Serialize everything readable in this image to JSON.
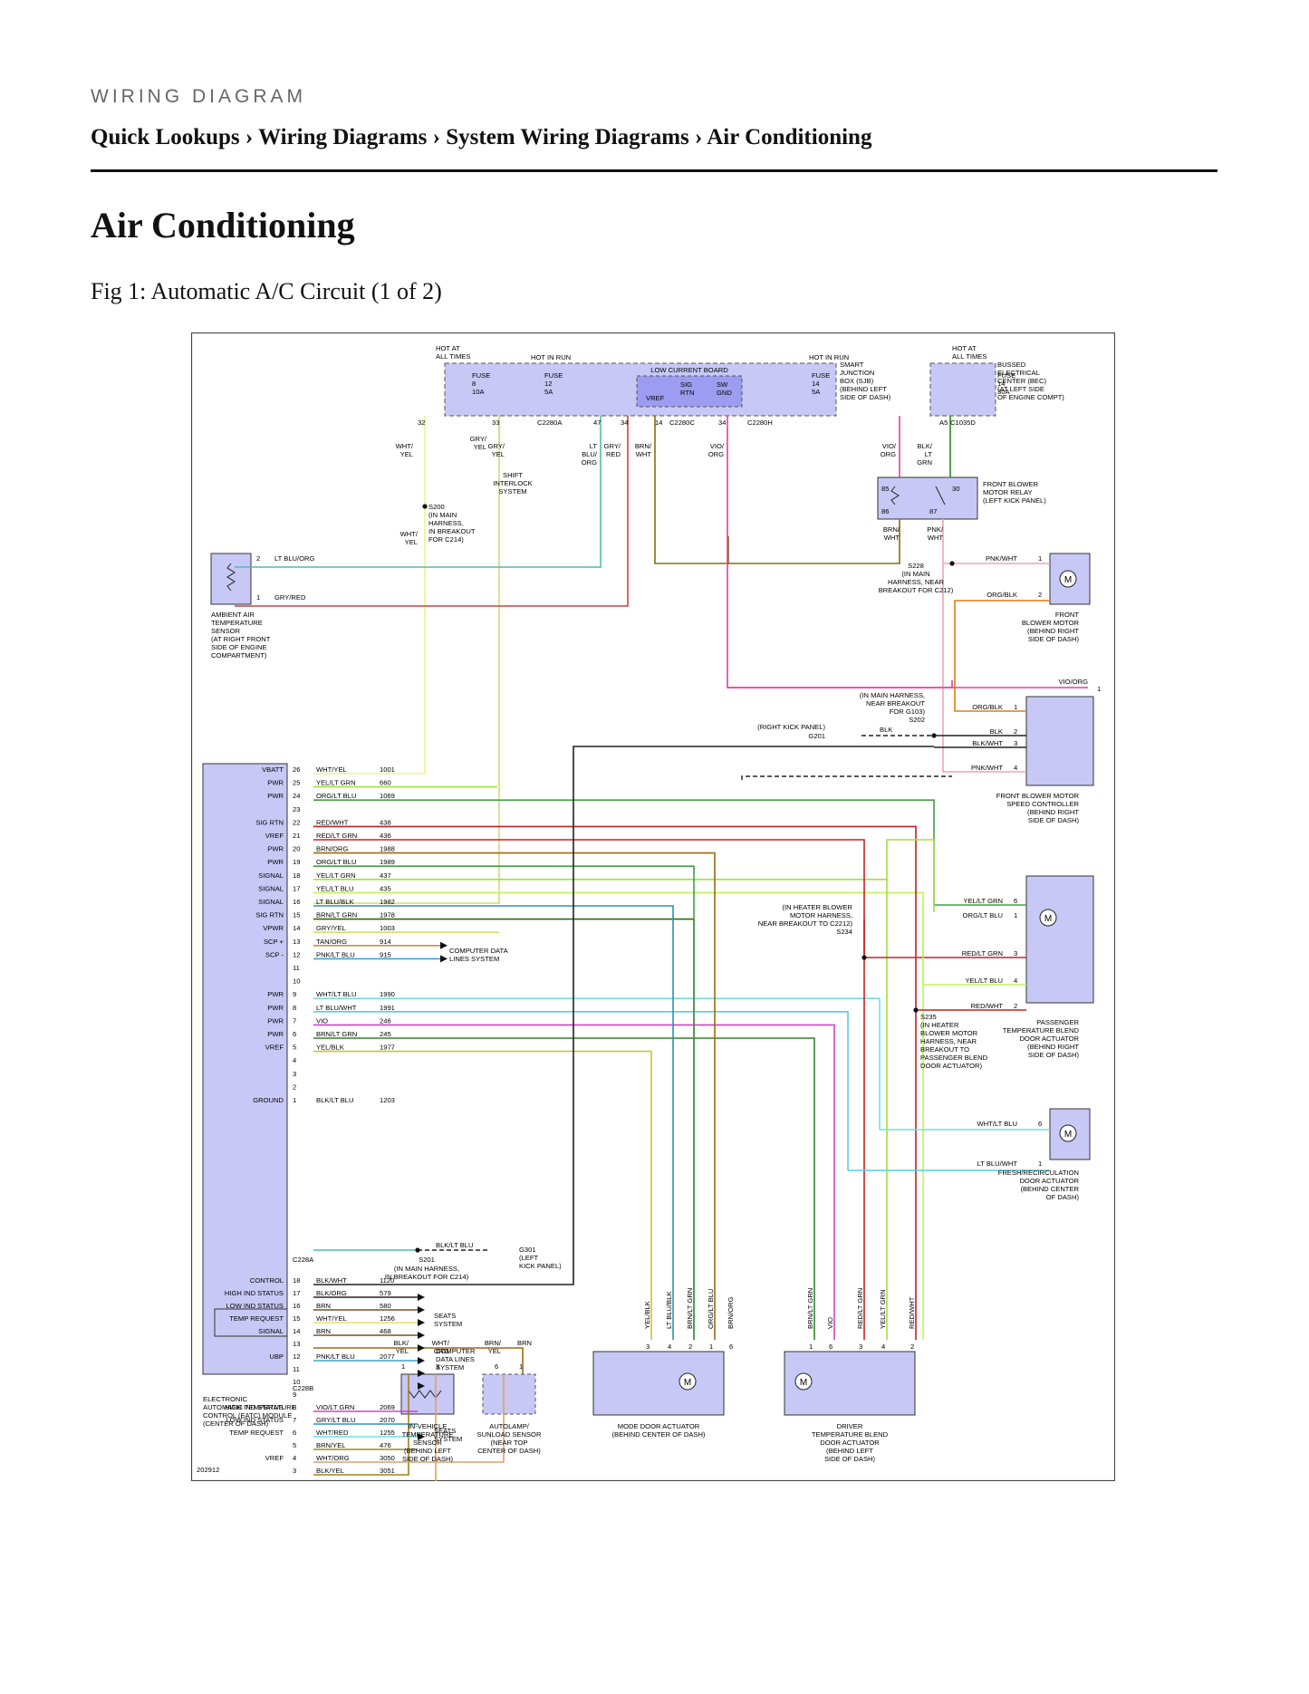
{
  "header": {
    "kicker": "WIRING DIAGRAM",
    "breadcrumb": [
      "Quick Lookups",
      "Wiring Diagrams",
      "System Wiring Diagrams",
      "Air Conditioning"
    ],
    "separator": "›"
  },
  "page_title": "Air Conditioning",
  "figure_caption": "Fig 1: Automatic A/C Circuit (1 of 2)",
  "diagram": {
    "figure_id": "202912",
    "hot_labels": {
      "all_times_1": "HOT AT ALL TIMES",
      "run_1": "HOT IN RUN",
      "run_2": "HOT IN RUN",
      "all_times_2": "HOT AT ALL TIMES"
    },
    "fuses": [
      {
        "label": "FUSE",
        "num": "8",
        "amps": "10A"
      },
      {
        "label": "FUSE",
        "num": "12",
        "amps": "5A"
      },
      {
        "label": "FUSE",
        "num": "14",
        "amps": "5A"
      },
      {
        "label": "FUSE",
        "num": "14",
        "amps": "30A"
      }
    ],
    "lcb": {
      "title": "LOW CURRENT BOARD",
      "vref": "VREF",
      "sig": "SIG",
      "rtn": "RTN",
      "sw": "SW",
      "gnd": "GND"
    },
    "sjb_label": [
      "SMART",
      "JUNCTION",
      "BOX (SJB)",
      "(BEHIND LEFT",
      "SIDE OF DASH)"
    ],
    "bec_label": [
      "BUSSED",
      "ELECTRICAL",
      "CENTER (BEC)",
      "(AT LEFT SIDE",
      "OF ENGINE COMPT)"
    ],
    "connectors": {
      "c2280a": "C2280A",
      "c2280c": "C2280C",
      "c2280h": "C2280H",
      "c1035d": "C1035D",
      "c228a": "C228A",
      "c228b": "C228B"
    },
    "top_pins": [
      "32",
      "33",
      "47",
      "34",
      "14",
      "34",
      "A5"
    ],
    "top_wires": [
      "WHT/ YEL",
      "GRY/ YEL",
      "GRY/ YEL",
      "LT BLU/ ORG",
      "GRY/ RED",
      "BRN/ WHT",
      "VIO/ ORG",
      "VIO/ ORG",
      "BLK/ LT GRN"
    ],
    "shift_interlock": [
      "SHIFT",
      "INTERLOCK",
      "SYSTEM"
    ],
    "s200": [
      "S200",
      "(IN MAIN",
      "HARNESS,",
      "IN BREAKOUT",
      "FOR C214)"
    ],
    "s200_wire": "WHT/ YEL",
    "relay": {
      "label": [
        "FRONT BLOWER",
        "MOTOR RELAY",
        "(LEFT KICK PANEL)"
      ],
      "pins": [
        "85",
        "30",
        "86",
        "87"
      ],
      "out_wires": [
        "BRN/ WHT",
        "PNK/ WHT"
      ]
    },
    "s228": [
      "S228",
      "(IN MAIN",
      "HARNESS, NEAR",
      "BREAKOUT FOR C212)"
    ],
    "ambient": {
      "pins": [
        "2",
        "1"
      ],
      "wires": [
        "LT BLU/ORG",
        "GRY/RED"
      ],
      "label": [
        "AMBIENT AIR",
        "TEMPERATURE",
        "SENSOR",
        "(AT RIGHT FRONT",
        "SIDE OF ENGINE",
        "COMPARTMENT)"
      ]
    },
    "blower_motor": {
      "pins": [
        "1",
        "2"
      ],
      "wires": [
        "PNK/WHT",
        "ORG/BLK"
      ],
      "label": [
        "FRONT",
        "BLOWER MOTOR",
        "(BEHIND RIGHT",
        "SIDE OF DASH)"
      ]
    },
    "vio_org_off": {
      "wire": "VIO/ORG",
      "pin": "1"
    },
    "speed_ctrl": {
      "pins": [
        "1",
        "2",
        "3",
        "4"
      ],
      "wires": [
        "ORG/BLK",
        "BLK",
        "BLK/WHT",
        "PNK/WHT"
      ],
      "label": [
        "FRONT BLOWER MOTOR",
        "SPEED CONTROLLER",
        "(BEHIND RIGHT",
        "SIDE OF DASH)"
      ]
    },
    "s202": [
      "(IN MAIN HARNESS,",
      "NEAR BREAKOUT",
      "FOR G103)",
      "S202"
    ],
    "g201": {
      "name": "G201",
      "note": "(RIGHT KICK PANEL)",
      "wire": "BLK"
    },
    "c228a_pins": [
      {
        "func": "VBATT",
        "pin": "26",
        "color": "WHT/YEL",
        "circuit": "1001"
      },
      {
        "func": "PWR",
        "pin": "25",
        "color": "YEL/LT GRN",
        "circuit": "660"
      },
      {
        "func": "PWR",
        "pin": "24",
        "color": "ORG/LT BLU",
        "circuit": "1069"
      },
      {
        "func": "",
        "pin": "23",
        "color": "",
        "circuit": ""
      },
      {
        "func": "SIG RTN",
        "pin": "22",
        "color": "RED/WHT",
        "circuit": "438"
      },
      {
        "func": "VREF",
        "pin": "21",
        "color": "RED/LT GRN",
        "circuit": "436"
      },
      {
        "func": "PWR",
        "pin": "20",
        "color": "BRN/ORG",
        "circuit": "1988"
      },
      {
        "func": "PWR",
        "pin": "19",
        "color": "ORG/LT BLU",
        "circuit": "1989"
      },
      {
        "func": "SIGNAL",
        "pin": "18",
        "color": "YEL/LT GRN",
        "circuit": "437"
      },
      {
        "func": "SIGNAL",
        "pin": "17",
        "color": "YEL/LT BLU",
        "circuit": "435"
      },
      {
        "func": "SIGNAL",
        "pin": "16",
        "color": "LT BLU/BLK",
        "circuit": "1982"
      },
      {
        "func": "SIG RTN",
        "pin": "15",
        "color": "BRN/LT GRN",
        "circuit": "1978"
      },
      {
        "func": "VPWR",
        "pin": "14",
        "color": "GRY/YEL",
        "circuit": "1003"
      },
      {
        "func": "SCP +",
        "pin": "13",
        "color": "TAN/ORG",
        "circuit": "914"
      },
      {
        "func": "SCP -",
        "pin": "12",
        "color": "PNK/LT BLU",
        "circuit": "915"
      },
      {
        "func": "",
        "pin": "11",
        "color": "",
        "circuit": ""
      },
      {
        "func": "",
        "pin": "10",
        "color": "",
        "circuit": ""
      },
      {
        "func": "PWR",
        "pin": "9",
        "color": "WHT/LT BLU",
        "circuit": "1990"
      },
      {
        "func": "PWR",
        "pin": "8",
        "color": "LT BLU/WHT",
        "circuit": "1991"
      },
      {
        "func": "PWR",
        "pin": "7",
        "color": "VIO",
        "circuit": "246"
      },
      {
        "func": "PWR",
        "pin": "6",
        "color": "BRN/LT GRN",
        "circuit": "245"
      },
      {
        "func": "VREF",
        "pin": "5",
        "color": "YEL/BLK",
        "circuit": "1977"
      },
      {
        "func": "",
        "pin": "4",
        "color": "",
        "circuit": ""
      },
      {
        "func": "",
        "pin": "3",
        "color": "",
        "circuit": ""
      },
      {
        "func": "",
        "pin": "2",
        "color": "",
        "circuit": ""
      },
      {
        "func": "GROUND",
        "pin": "1",
        "color": "BLK/LT BLU",
        "circuit": "1203"
      }
    ],
    "computer_data_1": [
      "COMPUTER DATA",
      "LINES SYSTEM"
    ],
    "s201": {
      "wire": "BLK/LT BLU",
      "name": "S201",
      "note": [
        "(IN MAIN HARNESS,",
        "IN BREAKOUT FOR C214)"
      ],
      "g301": [
        "G301",
        "(LEFT",
        "KICK PANEL)"
      ]
    },
    "c228b_pins": [
      {
        "func": "CONTROL",
        "pin": "18",
        "color": "BLK/WHT",
        "circuit": "1120"
      },
      {
        "func": "HIGH IND STATUS",
        "pin": "17",
        "color": "BLK/ORG",
        "circuit": "579"
      },
      {
        "func": "LOW IND STATUS",
        "pin": "16",
        "color": "BRN",
        "circuit": "580"
      },
      {
        "func": "TEMP REQUEST",
        "pin": "15",
        "color": "WHT/YEL",
        "circuit": "1256"
      },
      {
        "func": "SIGNAL",
        "pin": "14",
        "color": "BRN",
        "circuit": "468"
      },
      {
        "func": "",
        "pin": "13",
        "color": "",
        "circuit": ""
      },
      {
        "func": "UBP",
        "pin": "12",
        "color": "PNK/LT BLU",
        "circuit": "2077"
      },
      {
        "func": "",
        "pin": "11",
        "color": "",
        "circuit": ""
      },
      {
        "func": "",
        "pin": "10",
        "color": "",
        "circuit": ""
      },
      {
        "func": "",
        "pin": "9",
        "color": "",
        "circuit": ""
      },
      {
        "func": "HIGH IND STATUS",
        "pin": "8",
        "color": "VIO/LT GRN",
        "circuit": "2069"
      },
      {
        "func": "LOW IND STATUS",
        "pin": "7",
        "color": "GRY/LT BLU",
        "circuit": "2070"
      },
      {
        "func": "TEMP REQUEST",
        "pin": "6",
        "color": "WHT/RED",
        "circuit": "1255"
      },
      {
        "func": "",
        "pin": "5",
        "color": "BRN/YEL",
        "circuit": "476"
      },
      {
        "func": "VREF",
        "pin": "4",
        "color": "WHT/ORG",
        "circuit": "3050"
      },
      {
        "func": "",
        "pin": "3",
        "color": "BLK/YEL",
        "circuit": "3051"
      },
      {
        "func": "",
        "pin": "2",
        "color": "",
        "circuit": ""
      },
      {
        "func": "",
        "pin": "1",
        "color": "",
        "circuit": ""
      }
    ],
    "seats_1": [
      "SEATS",
      "SYSTEM"
    ],
    "seats_2": [
      "SEATS",
      "SYSTEM"
    ],
    "computer_data_2": [
      "COMPUTER",
      "DATA LINES",
      "SYSTEM"
    ],
    "eatc_label": [
      "ELECTRONIC",
      "AUTOMATIC TEMPERATURE",
      "CONTROL (EATC) MODULE",
      "(CENTER OF DASH)"
    ],
    "s234": [
      "(IN HEATER BLOWER",
      "MOTOR HARNESS,",
      "NEAR BREAKOUT TO C2212)",
      "S234"
    ],
    "s235": [
      "S235",
      "(IN HEATER",
      "BLOWER MOTOR",
      "HARNESS, NEAR",
      "BREAKOUT TO",
      "PASSENGER BLEND",
      "DOOR ACTUATOR)"
    ],
    "pass_blend": {
      "pins": [
        "6",
        "1",
        "3",
        "4",
        "2"
      ],
      "wires": [
        "YEL/LT GRN",
        "ORG/LT BLU",
        "RED/LT GRN",
        "YEL/LT BLU",
        "RED/WHT"
      ],
      "label": [
        "PASSENGER",
        "TEMPERATURE BLEND",
        "DOOR ACTUATOR",
        "(BEHIND RIGHT",
        "SIDE OF DASH)"
      ]
    },
    "fresh_recirc": {
      "pins": [
        "6",
        "1"
      ],
      "wires": [
        "WHT/LT BLU",
        "LT BLU/WHT"
      ],
      "label": [
        "FRESH/RECIRCULATION",
        "DOOR ACTUATOR",
        "(BEHIND CENTER",
        "OF DASH)"
      ]
    },
    "mode_door": {
      "pins": [
        "3",
        "4",
        "2",
        "1",
        "6"
      ],
      "wires": [
        "YEL/BLK",
        "LT BLU/BLK",
        "BRN/LT GRN",
        "ORG/LT BLU",
        "BRN/ORG"
      ],
      "label": [
        "MODE DOOR ACTUATOR",
        "(BEHIND CENTER OF DASH)"
      ]
    },
    "driver_blend": {
      "pins": [
        "1",
        "6",
        "3",
        "4",
        "2"
      ],
      "wires": [
        "BRN/LT GRN",
        "VIO",
        "RED/LT GRN",
        "YEL/LT GRN",
        "RED/WHT"
      ],
      "label": [
        "DRIVER",
        "TEMPERATURE BLEND",
        "DOOR ACTUATOR",
        "(BEHIND LEFT",
        "SIDE OF DASH)"
      ]
    },
    "invehicle": {
      "pins": [
        "1",
        "3"
      ],
      "wires": [
        "BLK/ YEL",
        "WHT/ ORG"
      ],
      "label": [
        "IN-VEHICLE",
        "TEMPERATURE",
        "SENSOR",
        "(BEHIND LEFT",
        "SIDE OF DASH)"
      ]
    },
    "autolamp": {
      "pins": [
        "6",
        "1"
      ],
      "wires": [
        "BRN/ YEL",
        "BRN"
      ],
      "label": [
        "AUTOLAMP/",
        "SUNLOAD SENSOR",
        "(NEAR TOP",
        "CENTER OF DASH)"
      ]
    },
    "colors": {
      "box_fill": "#c8c8f6",
      "lcb_fill": "#9c9cf0",
      "frame": "#444444"
    }
  }
}
